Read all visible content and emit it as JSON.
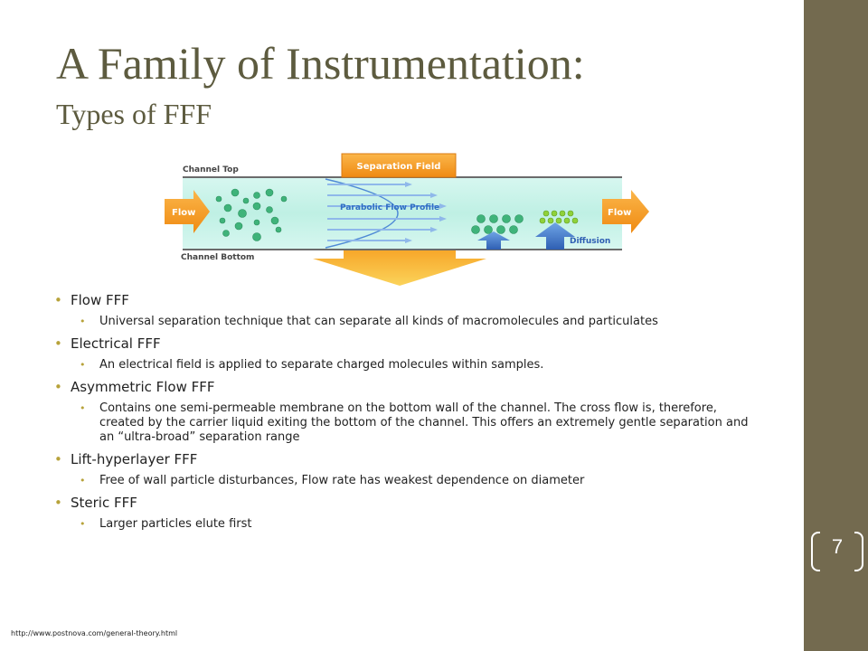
{
  "slide": {
    "title": "A Family of Instrumentation:",
    "subtitle": "Types of FFF",
    "page_number": "7",
    "footer_url": "http://www.postnova.com/general-theory.html"
  },
  "diagram": {
    "labels": {
      "channel_top": "Channel Top",
      "channel_bottom": "Channel Bottom",
      "separation_field": "Separation Field",
      "parabolic_flow_profile": "Parabolic Flow Profile",
      "flow_in": "Flow",
      "flow_out": "Flow",
      "diffusion": "Diffusion"
    },
    "colors": {
      "channel_fill": "#c9f3ea",
      "arrow_orange": "#f39a1e",
      "particle_green": "#3fb37a",
      "diffusion_blue": "#3d74c7"
    }
  },
  "bullets": [
    {
      "heading": "Flow FFF",
      "detail": "Universal separation technique that can separate all kinds of macromolecules and particulates"
    },
    {
      "heading": "Electrical FFF",
      "detail": "An electrical field is applied to separate charged molecules within samples."
    },
    {
      "heading": "Asymmetric Flow FFF",
      "detail": "Contains one semi-permeable membrane on the bottom wall of the channel. The cross flow is, therefore, created by the carrier liquid exiting the bottom of the channel. This offers an extremely gentle separation and an “ultra-broad” separation range"
    },
    {
      "heading": "Lift-hyperlayer FFF",
      "detail": "Free of wall particle disturbances, Flow rate has weakest dependence on diameter"
    },
    {
      "heading": "Steric FFF",
      "detail": "Larger particles elute first"
    }
  ]
}
